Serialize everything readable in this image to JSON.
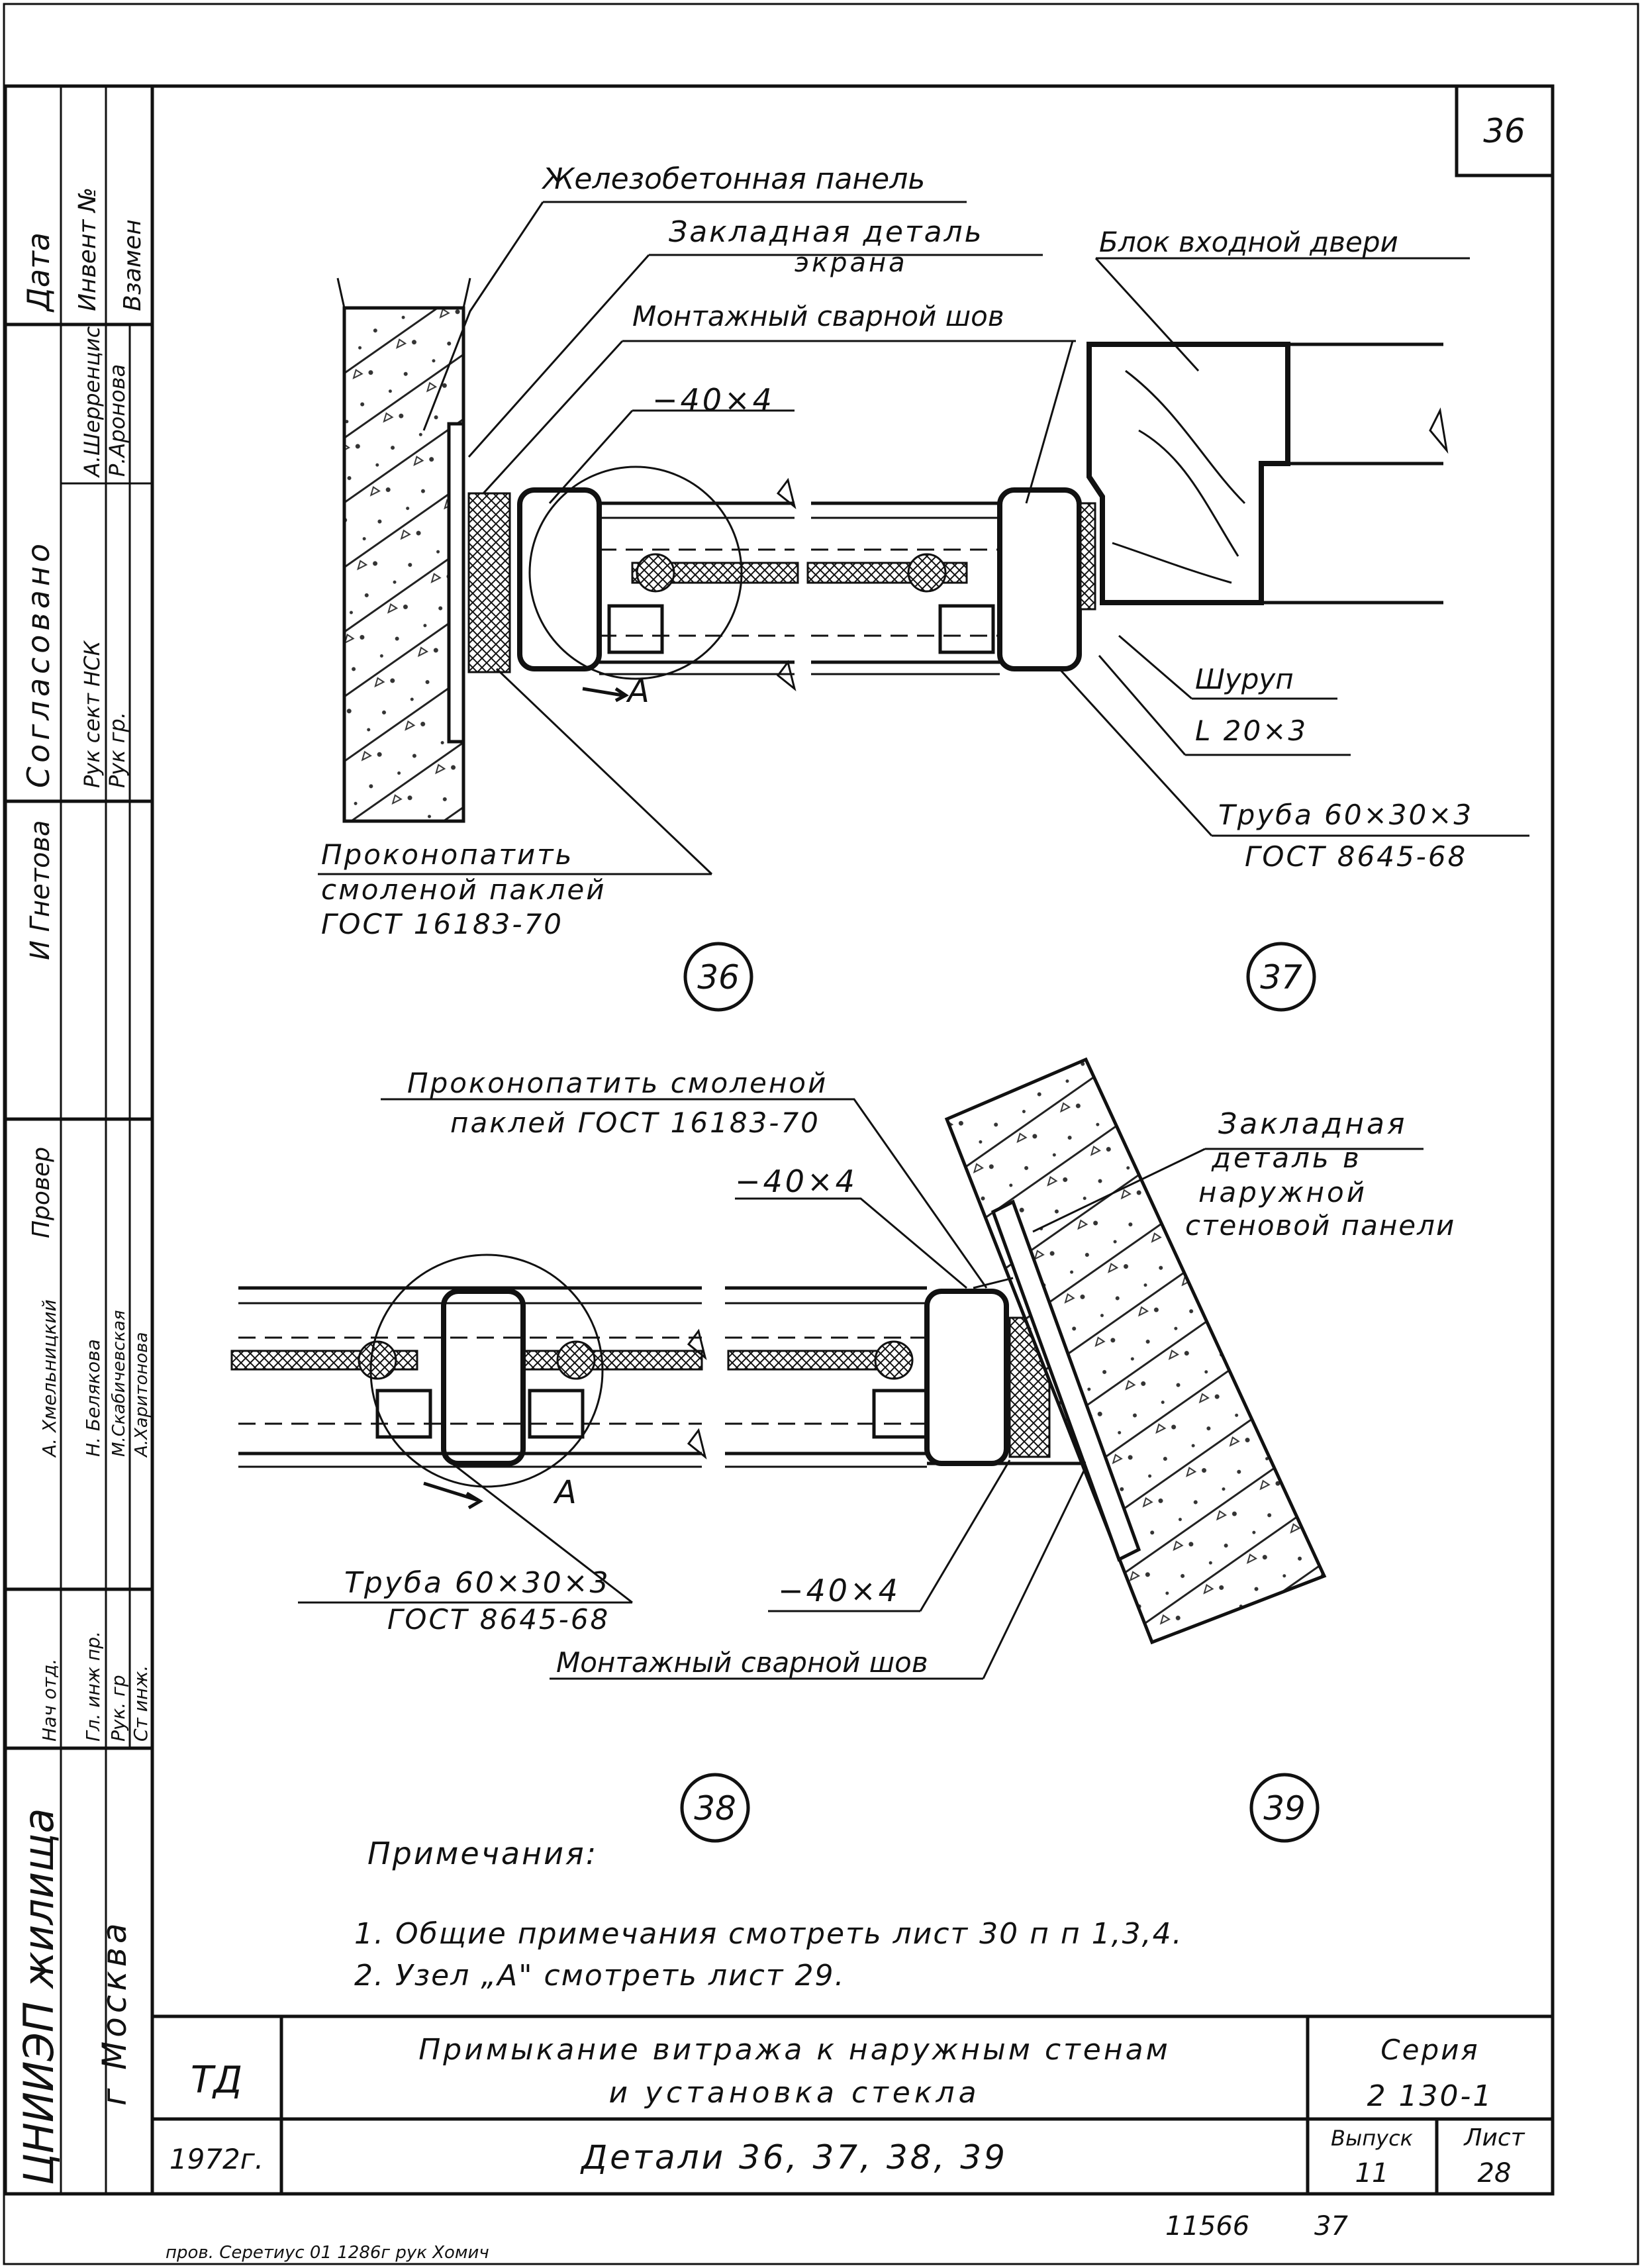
{
  "sheet": {
    "sheet_no_top": "36",
    "notes_title": "Примечания:",
    "notes": [
      "1. Общие примечания смотреть лист 30 п п 1,3,4.",
      "2. Узел „А\" смотреть лист 29."
    ],
    "bottom_numbers": {
      "doc_no": "11566",
      "page": "37"
    },
    "bottom_scribble": "пров. Серетиус 01 1286г     рук Хомич"
  },
  "detail_36_37": {
    "label_panel": "Железобетонная панель",
    "label_embed_1": "Закладная деталь",
    "label_embed_2": "экрана",
    "label_weld": "Монтажный сварной шов",
    "label_plate": "−40×4",
    "label_door": "Блок входной двери",
    "label_screw": "Шуруп",
    "label_angle": "L 20×3",
    "label_tube_1": "Труба 60×30×3",
    "label_tube_2": "ГОСТ 8645-68",
    "label_caulk_1": "Проконопатить",
    "label_caulk_2": "смоленой паклей",
    "label_caulk_3": "ГОСТ 16183-70",
    "node_label": "А",
    "marker_36": "36",
    "marker_37": "37"
  },
  "detail_38_39": {
    "label_caulk_1": "Проконопатить смоленой",
    "label_caulk_2": "паклей ГОСТ 16183-70",
    "label_plate_top": "−40×4",
    "label_embed_1": "Закладная",
    "label_embed_2": "деталь в",
    "label_embed_3": "наружной",
    "label_embed_4": "стеновой панели",
    "label_tube_1": "Труба 60×30×3",
    "label_tube_2": "ГОСТ 8645-68",
    "label_plate_bottom": "−40×4",
    "label_weld": "Монтажный сварной шов",
    "node_label": "А",
    "marker_38": "38",
    "marker_39": "39"
  },
  "sidebar": {
    "top_cols": [
      "Дата",
      "Инвент №",
      "Взамен"
    ],
    "agreed": "Согласовано",
    "agreed_names": [
      "А.Шерренцис",
      "Р.Аронова"
    ],
    "agreed_roles": [
      "Рук сект НСК",
      "Рук гр."
    ],
    "author": "И Гнетова",
    "checked": "Провер",
    "names": [
      "А. Хмельницкий",
      "Н. Белякова",
      "М.Скабичевская",
      "А.Харитонова"
    ],
    "roles": [
      "Нач отд.",
      "Гл. инж пр.",
      "Рук. гр",
      "Ст инж."
    ],
    "org_1": "ЦНИИЭП жилища",
    "org_2": "г Москва"
  },
  "title_block": {
    "code": "ТД",
    "year": "1972г.",
    "title_1": "Примыкание витража к наружным стенам",
    "title_2": "и установка стекла",
    "subtitle": "Детали 36, 37, 38, 39",
    "series_label": "Серия",
    "series_value": "2 130-1",
    "issue_label": "Выпуск",
    "issue_value": "11",
    "sheet_label": "Лист",
    "sheet_value": "28"
  }
}
